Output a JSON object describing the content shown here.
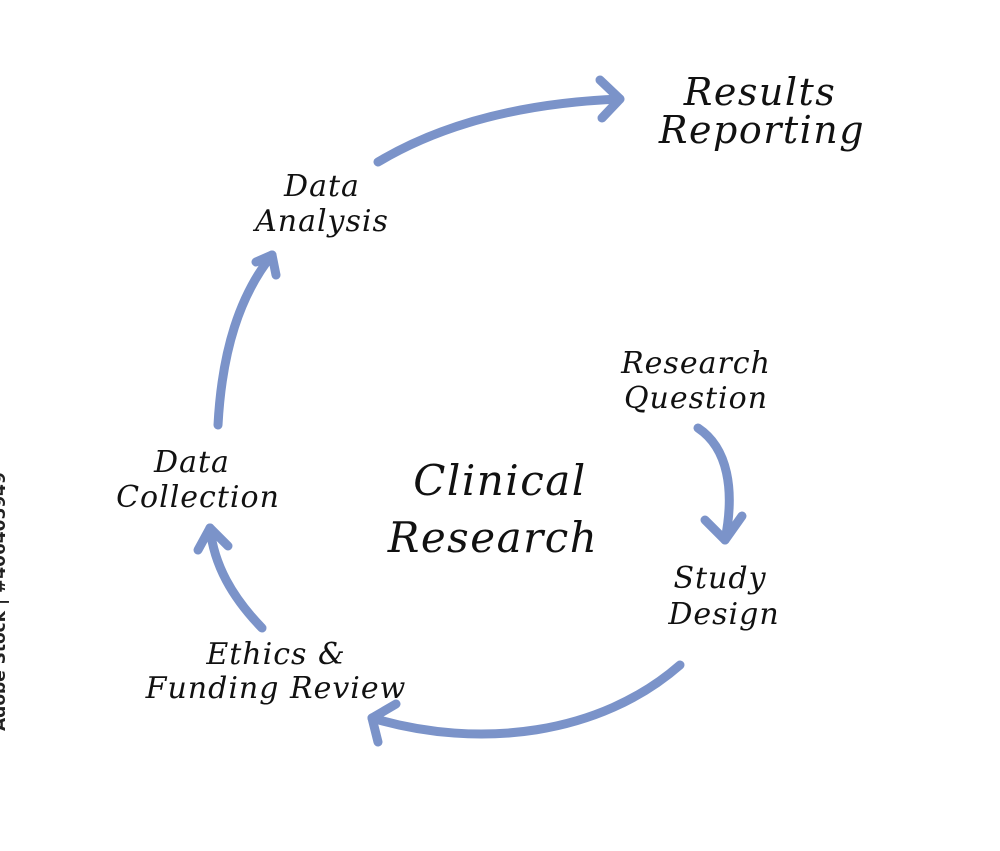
{
  "diagram": {
    "center": {
      "line1": "Clinical",
      "line2": "Research"
    },
    "steps": [
      {
        "id": "research-question",
        "line1": "Research",
        "line2": "Question"
      },
      {
        "id": "study-design",
        "line1": "Study",
        "line2": "Design"
      },
      {
        "id": "ethics-funding",
        "line1": "Ethics &",
        "line2": "Funding Review"
      },
      {
        "id": "data-collection",
        "line1": "Data",
        "line2": "Collection"
      },
      {
        "id": "data-analysis",
        "line1": "Data",
        "line2": "Analysis"
      },
      {
        "id": "results-reporting",
        "line1": "Results",
        "line2": "Reporting"
      }
    ],
    "arrow_color": "#7b93c9"
  },
  "watermark": {
    "stock_id": "Adobe Stock | #406405949"
  }
}
